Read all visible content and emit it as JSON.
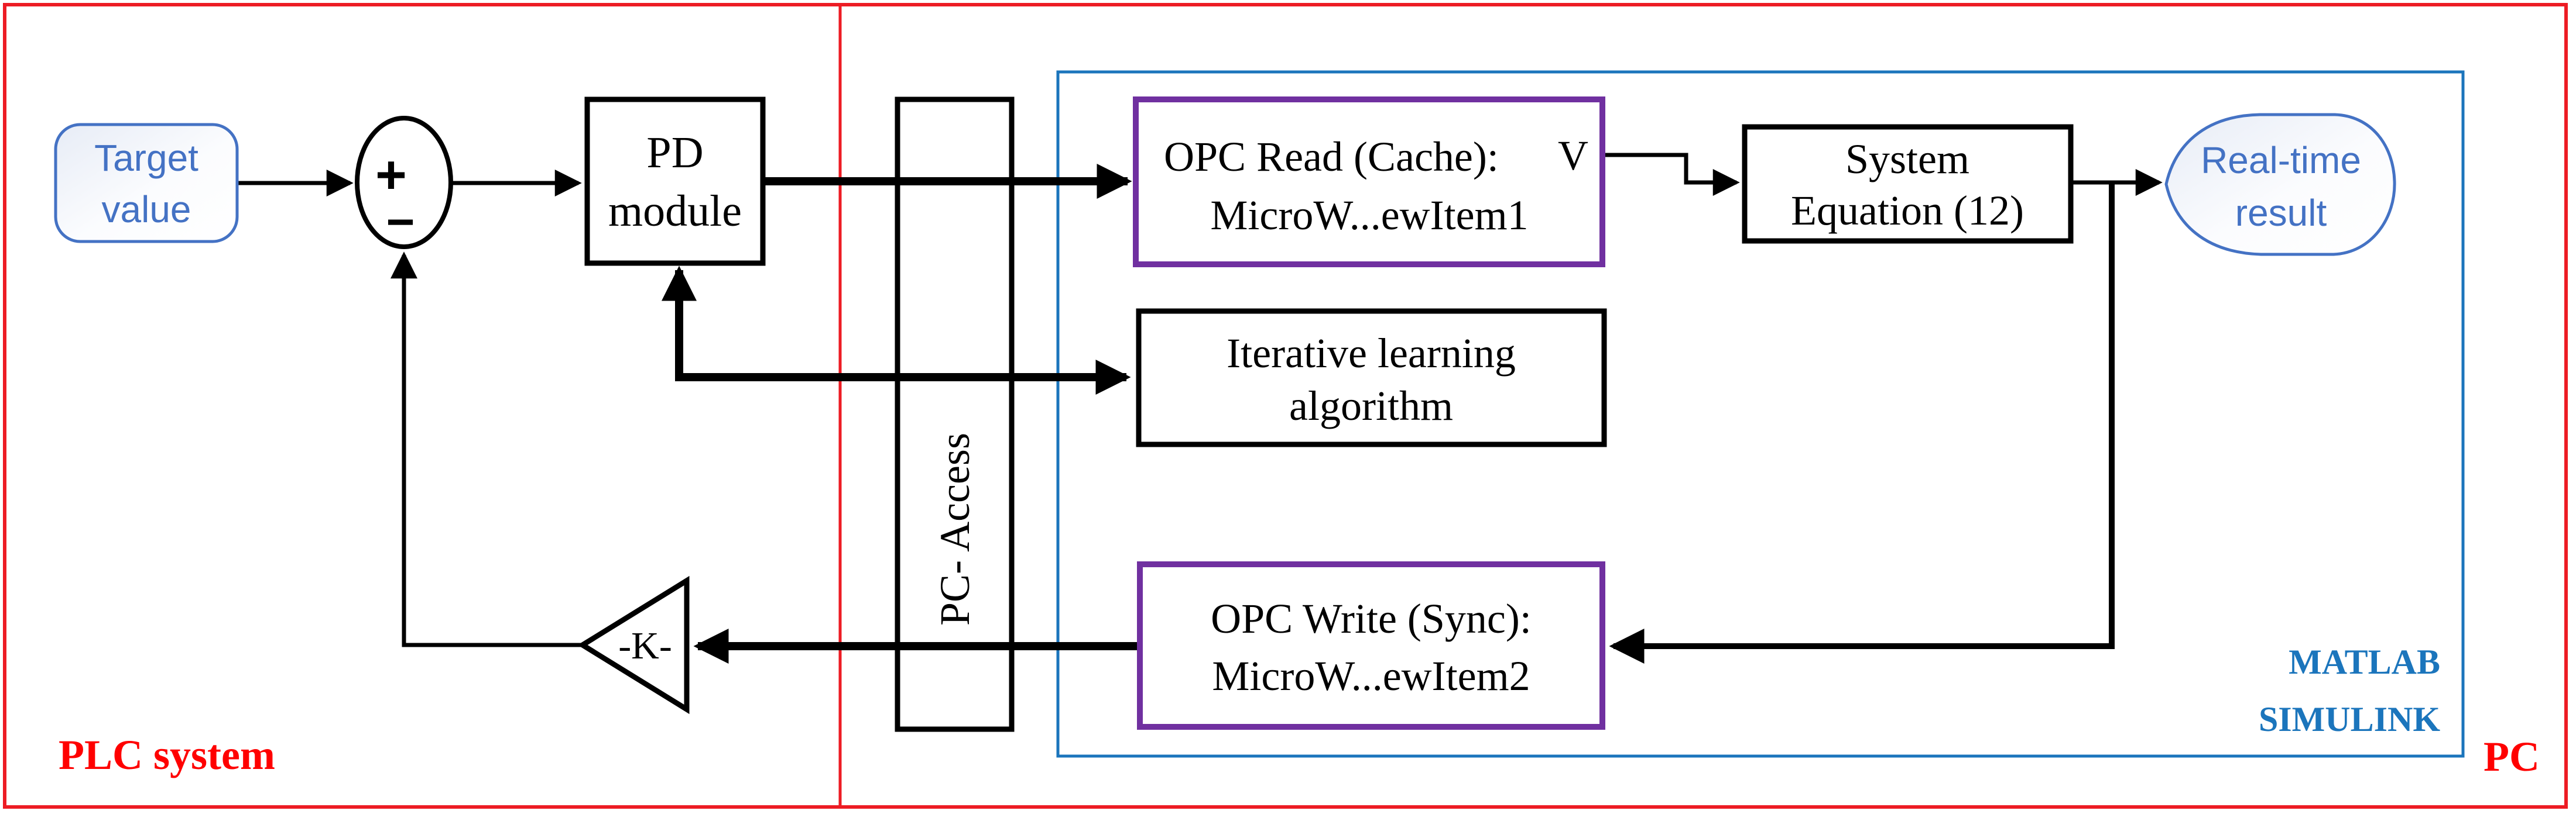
{
  "regions": {
    "plc": {
      "label": "PLC system"
    },
    "pc": {
      "label": "PC"
    },
    "matlab": {
      "line1": "MATLAB",
      "line2": "SIMULINK"
    }
  },
  "nodes": {
    "target": {
      "line1": "Target",
      "line2": "value"
    },
    "sum": {
      "plus": "+",
      "minus": "−"
    },
    "pd": {
      "line1": "PD",
      "line2": "module"
    },
    "pc_access": {
      "label": "PC- Access"
    },
    "opc_read": {
      "line1": "OPC Read (Cache):",
      "v_label": "V",
      "line2": "MicroW...ewItem1"
    },
    "ila": {
      "line1": "Iterative learning",
      "line2": "algorithm"
    },
    "syseq": {
      "line1": "System",
      "line2": "Equation (12)"
    },
    "opc_write": {
      "line1": "OPC Write (Sync):",
      "line2": "MicroW...ewItem2"
    },
    "gain": {
      "label": "-K-"
    },
    "result": {
      "line1": "Real-time",
      "line2": "result"
    }
  },
  "colors": {
    "red_border": "#ED1C24",
    "red_text": "#FF0000",
    "container_blue": "#1B75BC",
    "shape_blue": "#4472C4",
    "purple": "#7030A0",
    "line_black": "#000000"
  }
}
